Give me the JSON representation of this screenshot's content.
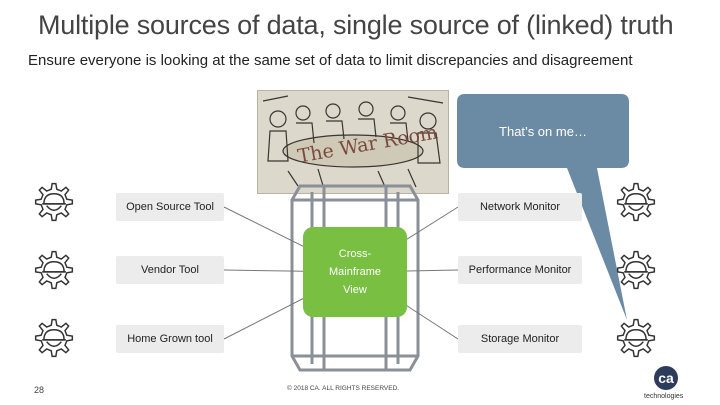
{
  "title": "Multiple sources of data, single source of (linked) truth",
  "subtitle": "Ensure everyone is looking at the same set of data to limit discrepancies and disagreement",
  "war_room_caption": "The War Room",
  "callout_text": "That’s on me…",
  "left_tools": [
    "Open Source Tool",
    "Vendor Tool",
    "Home Grown tool"
  ],
  "right_tools": [
    "Network Monitor",
    "Performance Monitor",
    "Storage Monitor"
  ],
  "center": "Cross-Mainframe View",
  "page_number": "28",
  "copyright": "© 2018 CA. ALL RIGHTS RESERVED.",
  "logo": {
    "mark": "ca",
    "sub": "technologies"
  },
  "colors": {
    "callout": "#6b8ba4",
    "center": "#79c042",
    "pill": "#ececec",
    "server": "#8a8f98"
  },
  "icons": [
    "gear-worker-icon",
    "server-rack-icon",
    "war-room-sketch"
  ]
}
